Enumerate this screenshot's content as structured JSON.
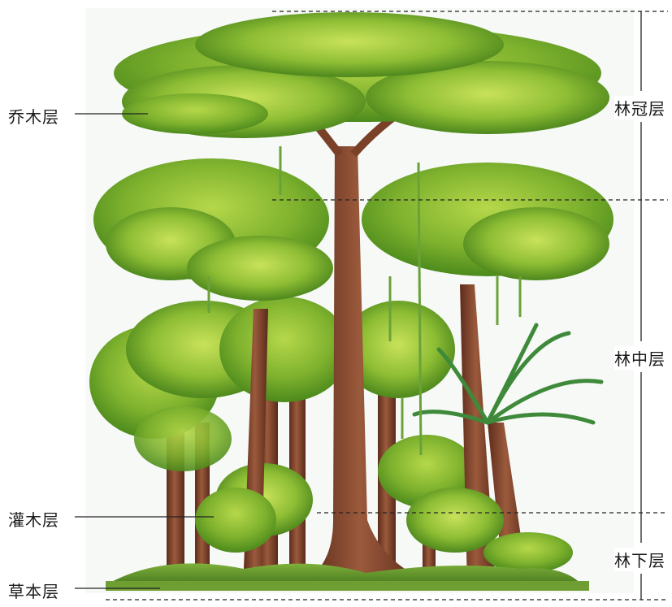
{
  "left_labels": {
    "tree_layer": "乔木层",
    "shrub_layer": "灌木层",
    "herb_layer": "草本层"
  },
  "right_labels": {
    "canopy": "林冠层",
    "middle": "林中层",
    "understory": "林下层"
  },
  "colors": {
    "foliage_dark": "#4f8a1f",
    "foliage_light": "#9cc83a",
    "trunk": "#8a4a32",
    "line": "#222222"
  }
}
